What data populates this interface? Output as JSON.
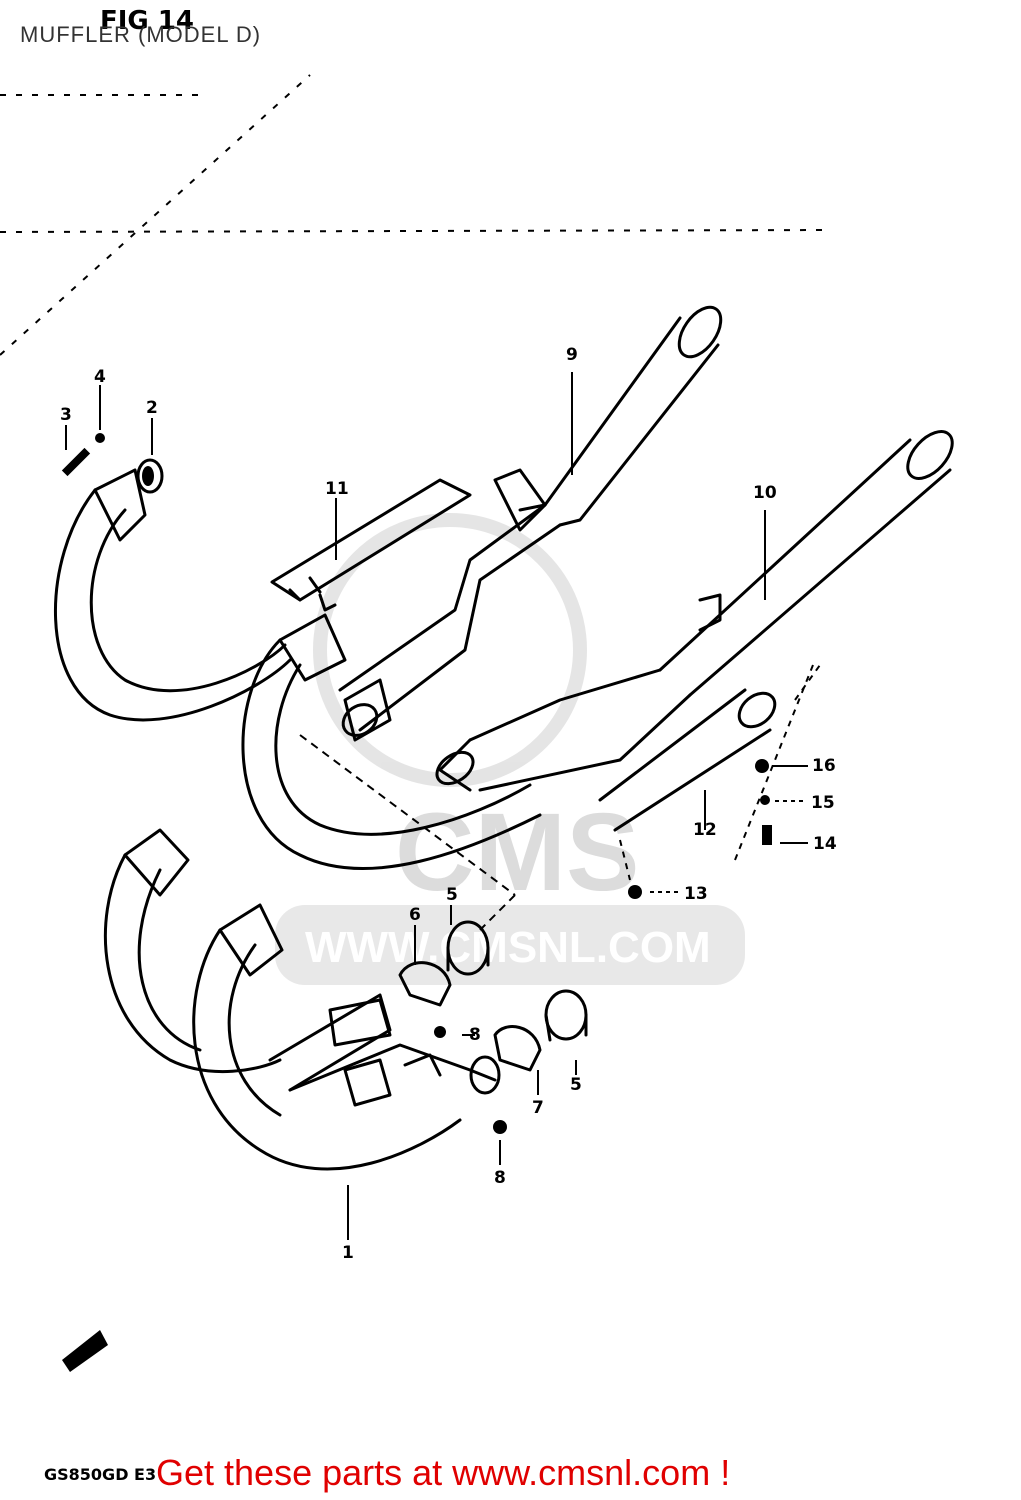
{
  "header": {
    "title": "MUFFLER (MODEL D)",
    "fig_label": "FIG 14"
  },
  "watermark": {
    "logo_text": "CMS",
    "url": "WWW.CMSNL.COM"
  },
  "callouts": [
    "1",
    "2",
    "3",
    "4",
    "5",
    "5",
    "6",
    "7",
    "8",
    "8",
    "9",
    "10",
    "11",
    "12",
    "13",
    "14",
    "15",
    "16"
  ],
  "footer": {
    "model_code": "GS850GD E3",
    "promo": "Get these parts at www.cmsnl.com !"
  }
}
